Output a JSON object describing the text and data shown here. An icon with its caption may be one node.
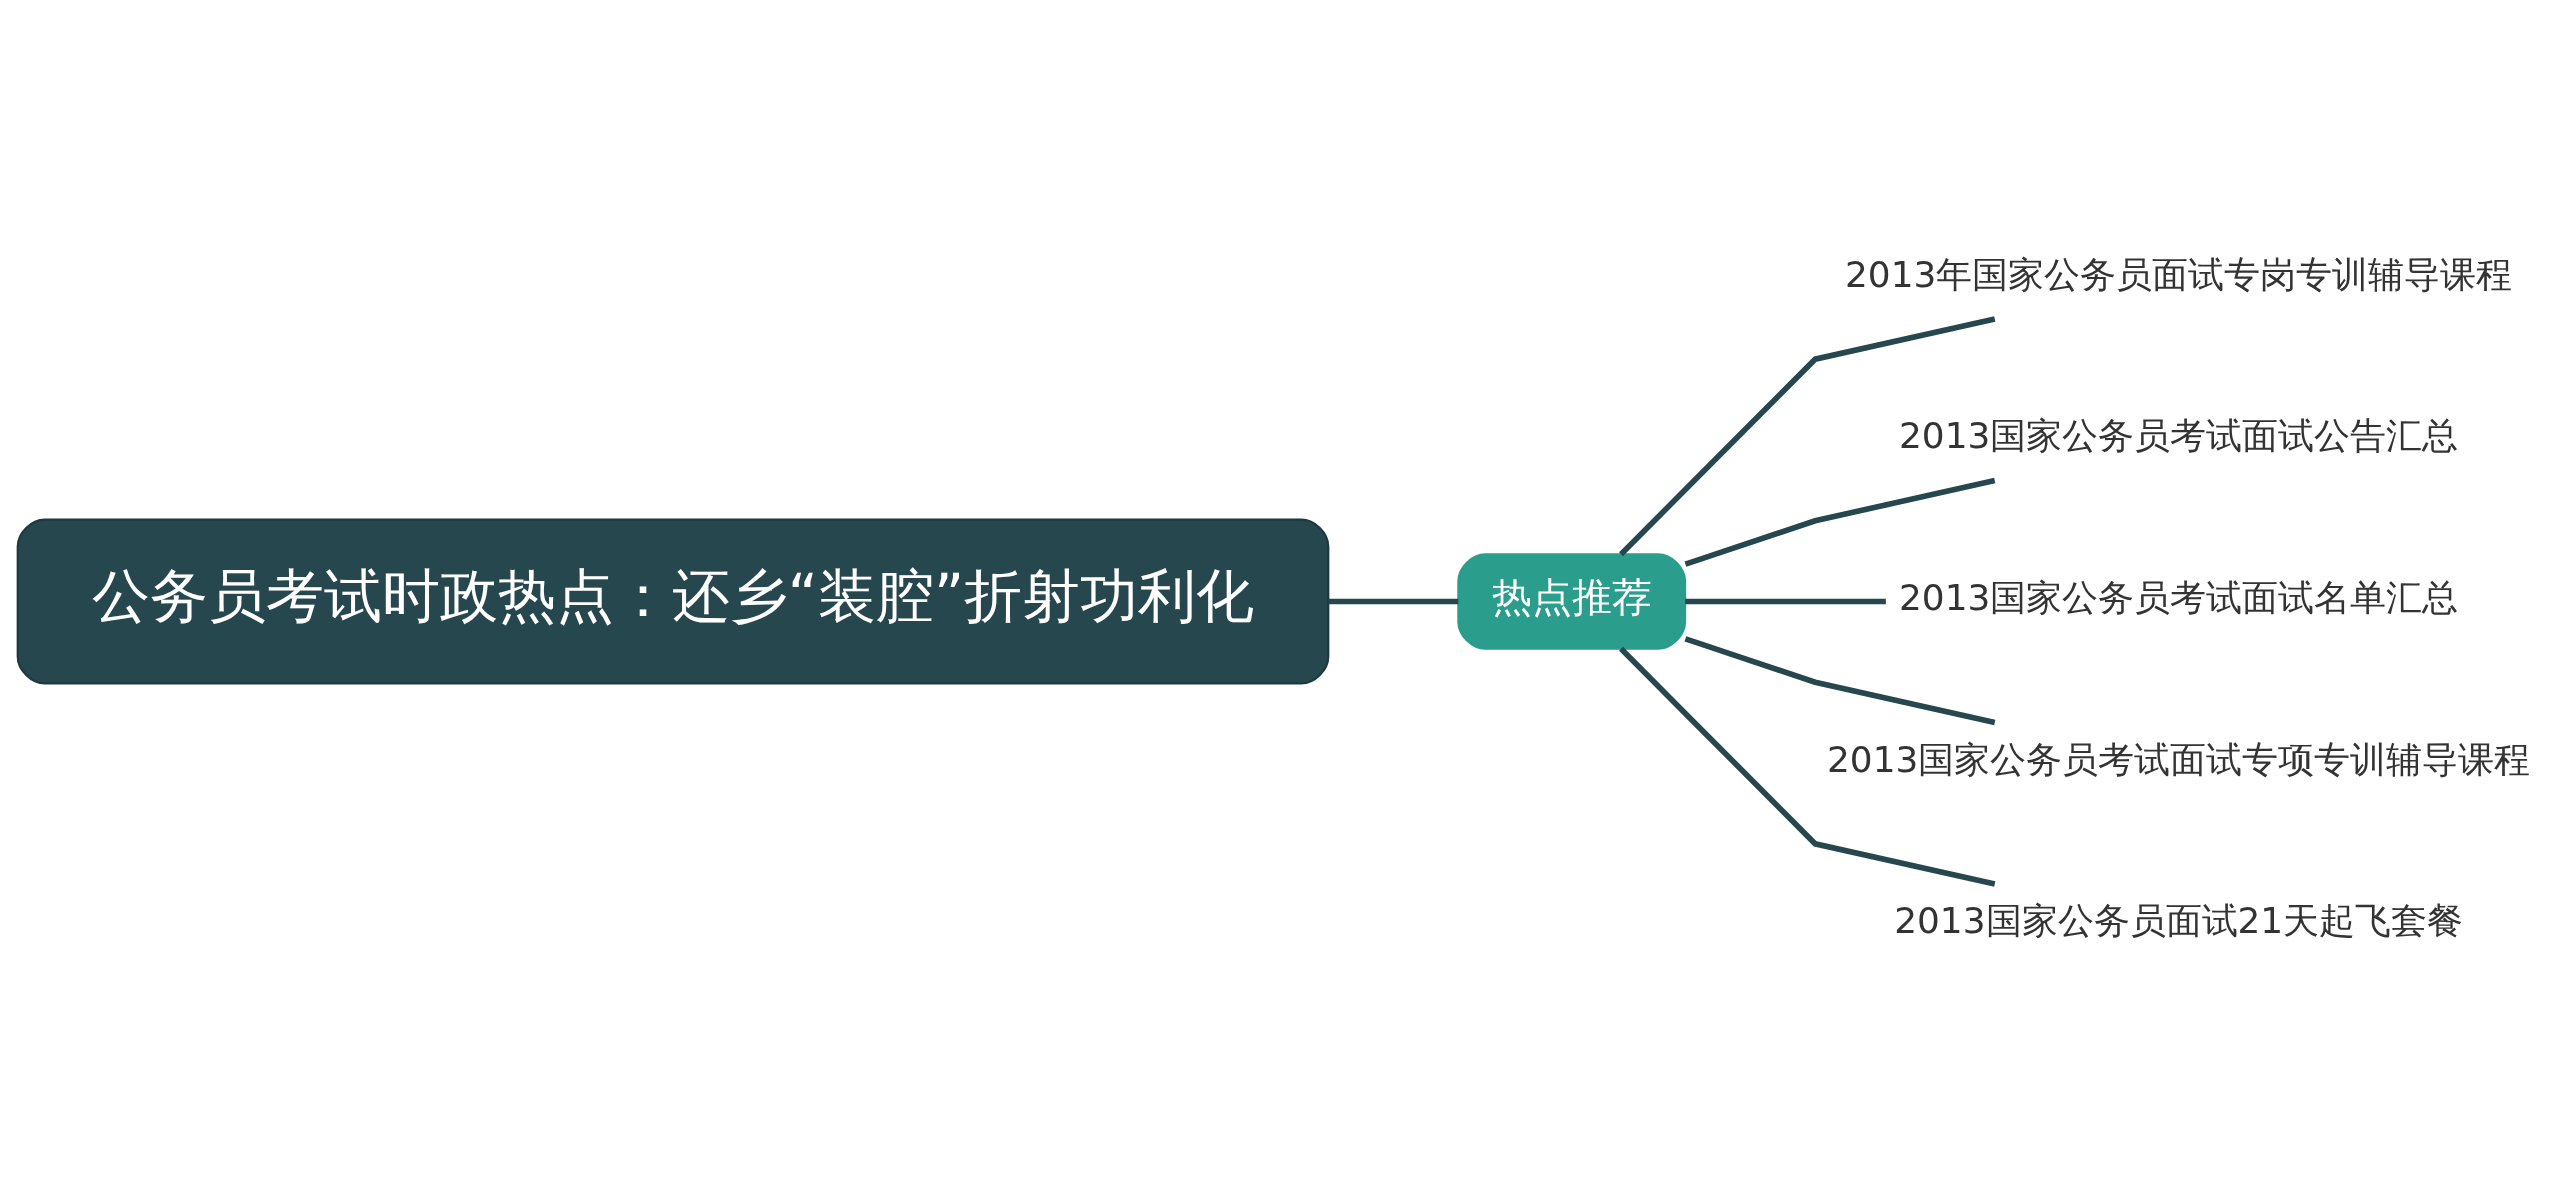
{
  "diagram": {
    "nodes": [
      {
        "text": [
          "公务员考试时政热点：还乡“装腔”折射功利化"
        ]
      },
      {
        "text": [
          "热点推荐"
        ]
      },
      {
        "text": [
          "2013年国家公务员面试专岗专训辅导课程"
        ]
      },
      {
        "text": [
          "2013国家公务员考试面试公告汇总"
        ]
      },
      {
        "text": [
          "2013国家公务员考试面试名单汇总"
        ]
      },
      {
        "text": [
          "2013国家公务员考试面试专项专训辅导课程"
        ]
      },
      {
        "text": [
          "2013国家公务员面试21天起飞套餐"
        ]
      }
    ],
    "edges": [
      {
        "from": 0,
        "to": 1,
        "arrow": "none"
      },
      {
        "from": 1,
        "to": 2,
        "arrow": "none"
      },
      {
        "from": 1,
        "to": 3,
        "arrow": "none"
      },
      {
        "from": 1,
        "to": 4,
        "arrow": "none"
      },
      {
        "from": 1,
        "to": 5,
        "arrow": "none"
      },
      {
        "from": 1,
        "to": 6,
        "arrow": "none"
      }
    ]
  }
}
